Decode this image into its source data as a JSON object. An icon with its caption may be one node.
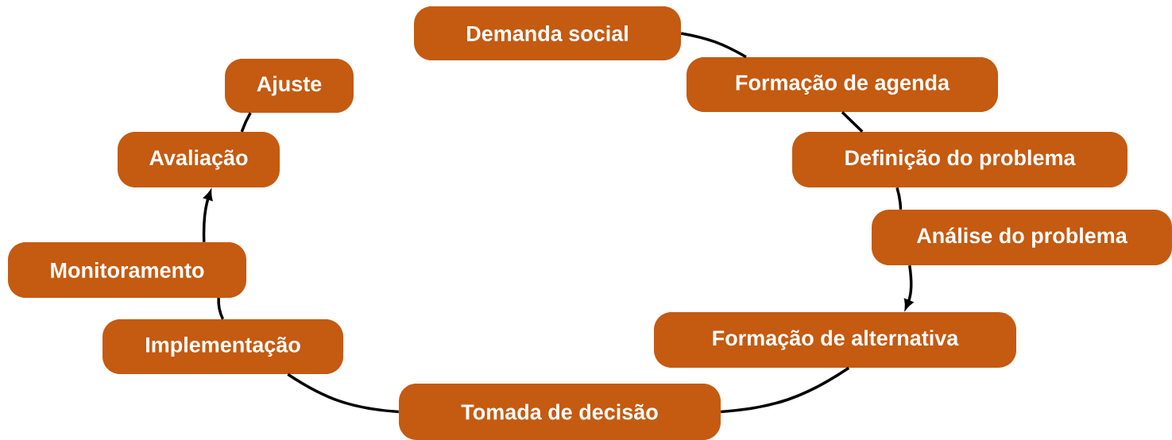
{
  "diagram": {
    "nodes": [
      {
        "text": [
          "Demanda social"
        ]
      },
      {
        "text": [
          "Formação de agenda"
        ]
      },
      {
        "text": [
          "Definição do problema"
        ]
      },
      {
        "text": [
          "Análise do problema"
        ]
      },
      {
        "text": [
          "Formação de alternativa"
        ]
      },
      {
        "text": [
          "Tomada de decisão"
        ]
      },
      {
        "text": [
          "Implementação"
        ]
      },
      {
        "text": [
          "Monitoramento"
        ]
      },
      {
        "text": [
          "Avaliação"
        ]
      },
      {
        "text": [
          "Ajuste"
        ]
      }
    ],
    "edges": [
      {
        "from": 0,
        "to": 1,
        "arrow": "none"
      },
      {
        "from": 1,
        "to": 2,
        "arrow": "none"
      },
      {
        "from": 2,
        "to": 3,
        "arrow": "none"
      },
      {
        "from": 3,
        "to": 4,
        "arrow": "to"
      },
      {
        "from": 4,
        "to": 5,
        "arrow": "none"
      },
      {
        "from": 5,
        "to": 6,
        "arrow": "none"
      },
      {
        "from": 6,
        "to": 7,
        "arrow": "none"
      },
      {
        "from": 7,
        "to": 8,
        "arrow": "to"
      },
      {
        "from": 8,
        "to": 9,
        "arrow": "none"
      }
    ]
  }
}
